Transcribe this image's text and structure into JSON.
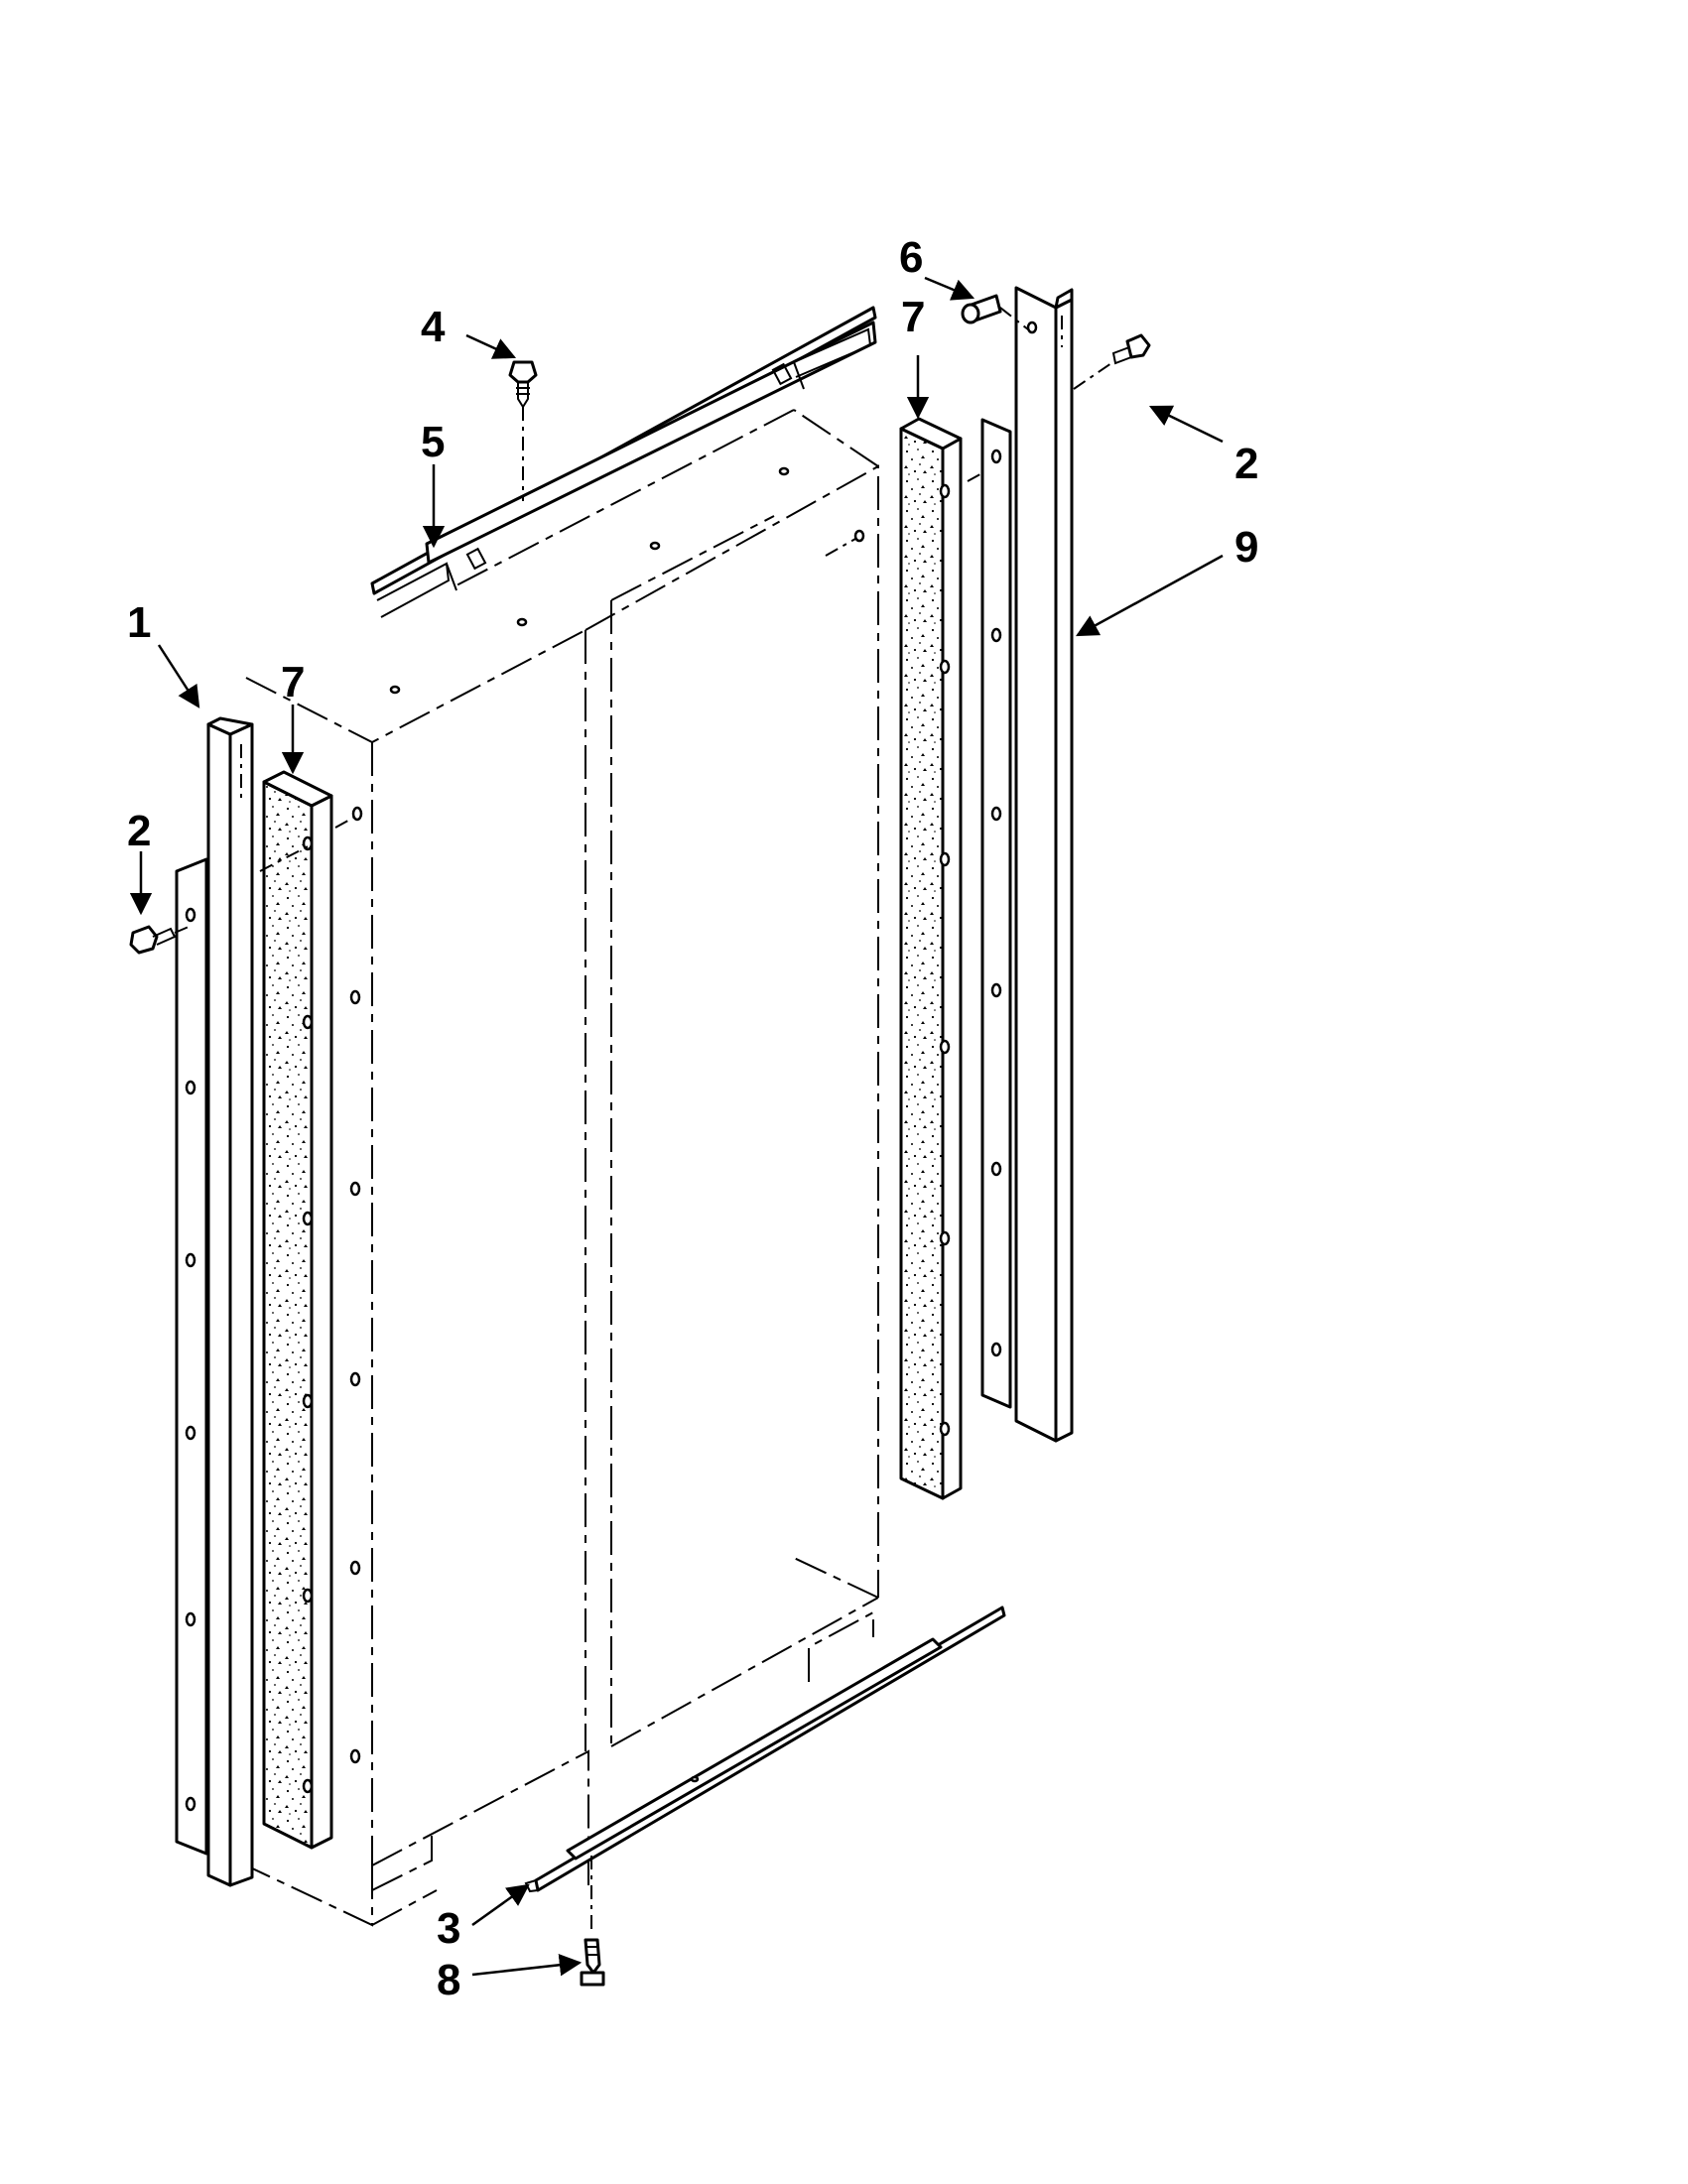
{
  "callouts": {
    "c1": "1",
    "c2_left": "2",
    "c2_right": "2",
    "c3": "3",
    "c4": "4",
    "c5": "5",
    "c6": "6",
    "c7_left": "7",
    "c7_right": "7",
    "c8": "8",
    "c9": "9"
  }
}
